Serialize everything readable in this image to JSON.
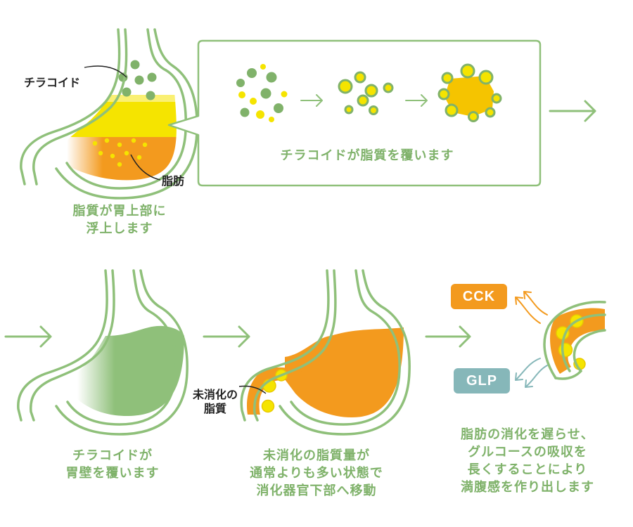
{
  "colors": {
    "outline": "#8fc07a",
    "yellow_fat": "#f5e400",
    "orange_fat": "#f39a1e",
    "green_wall": "#8fc07a",
    "thyracoid_dot": "#80b26a",
    "cck": "#f39a1e",
    "glp": "#86b7b9",
    "text_dark": "#222222",
    "text_green": "#7fb26a"
  },
  "icons": [
    "arrow-right-icon",
    "stomach-icon",
    "intestine-icon",
    "signal-arrow-icon"
  ],
  "step1": {
    "label_thyracoid": "チラコイド",
    "label_fat": "脂肪",
    "caption_lines": [
      "脂質が胃上部に",
      "浮上します"
    ]
  },
  "callout": {
    "caption": "チラコイドが脂質を覆います"
  },
  "step2": {
    "caption_lines": [
      "チラコイドが",
      "胃壁を覆います"
    ]
  },
  "step3": {
    "label_lines": [
      "未消化の",
      "脂質"
    ],
    "caption_lines": [
      "未消化の脂質量が",
      "通常よりも多い状態で",
      "消化器官下部へ移動"
    ]
  },
  "step4": {
    "cck_label": "CCK",
    "glp_label": "GLP",
    "caption_lines": [
      "脂肪の消化を遅らせ、",
      "グルコースの吸収を",
      "長くすることにより",
      "満腹感を作り出します"
    ]
  }
}
